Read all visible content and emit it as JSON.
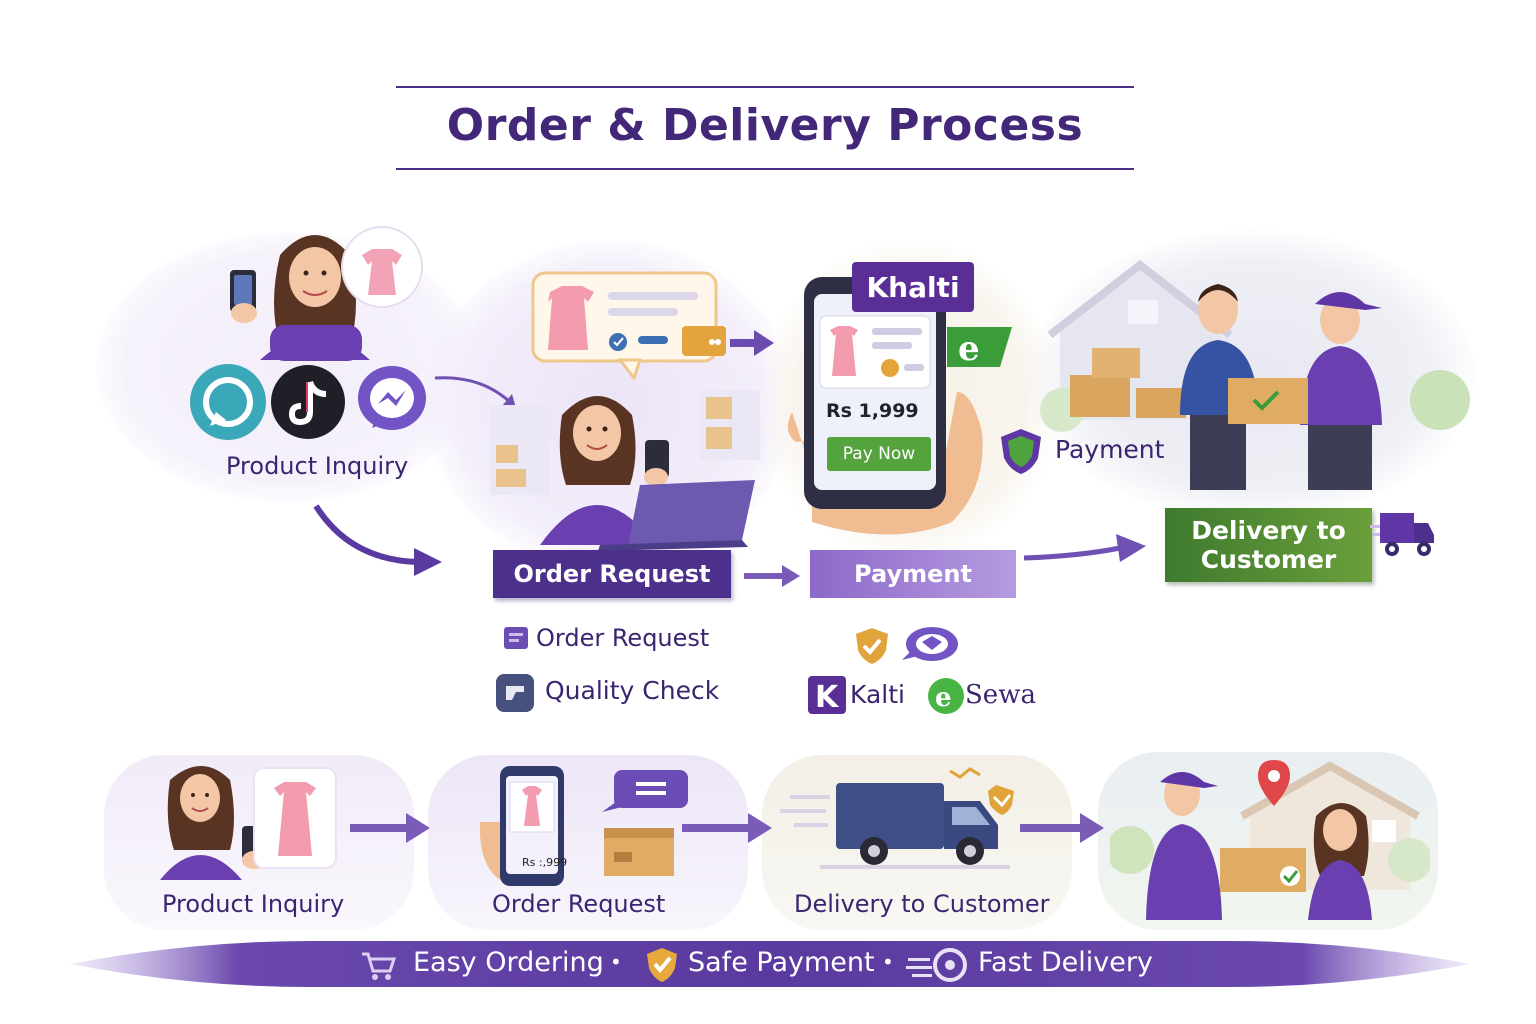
{
  "title": "Order & Delivery Process",
  "colors": {
    "primary_purple": "#4d2f8c",
    "light_purple": "#a887d8",
    "green": "#4f8a34",
    "gold": "#d9a93a"
  },
  "top_flow": {
    "step1": {
      "label": "Product Inquiry",
      "icons": [
        "whatsapp-icon",
        "tiktok-icon",
        "messenger-icon"
      ]
    },
    "step2": {
      "label": "Order Request"
    },
    "step3": {
      "label": "Payment",
      "phone": {
        "brand": "Khalti",
        "price": "Rs 1,999",
        "button": "Pay Now"
      },
      "side_label": "Payment"
    },
    "step4": {
      "label": "Delivery to Customer",
      "label_line1": "Delivery to",
      "label_line2": "Customer"
    }
  },
  "details": {
    "order": [
      {
        "icon": "order-request-icon",
        "text": "Order Request"
      },
      {
        "icon": "quality-check-icon",
        "text": "Quality Check"
      }
    ],
    "payment": [
      {
        "icon": "khalti-logo",
        "text": "Kalti"
      },
      {
        "icon": "esewa-logo",
        "text": "Sewa"
      }
    ]
  },
  "bottom_flow": [
    {
      "label": "Product Inquiry"
    },
    {
      "label": "Order Request",
      "price": "Rs :,999"
    },
    {
      "label": "Delivery to Customer"
    },
    {
      "label": ""
    }
  ],
  "banner": {
    "items": [
      {
        "icon": "cart-icon",
        "text": "Easy Ordering"
      },
      {
        "icon": "shield-check-icon",
        "text": "Safe Payment"
      },
      {
        "icon": "fast-delivery-icon",
        "text": "Fast Delivery"
      }
    ],
    "separator": "•"
  }
}
